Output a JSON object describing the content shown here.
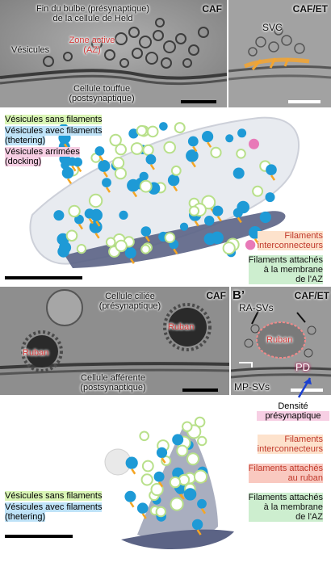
{
  "panelA": {
    "tag": "CAF",
    "title_line1": "Fin du bulbe (présynaptique)",
    "title_line2": "de la cellule de Held",
    "vesicles_label": "Vésicules",
    "az_line1": "Zone active",
    "az_line2": "(AZ)",
    "post_line1": "Cellule touffue",
    "post_line2": "(postsynaptique)"
  },
  "panelA2": {
    "tag": "CAF/ET",
    "svc": "SVC"
  },
  "model1": {
    "legend": [
      {
        "line1": "Vésicules sans filaments",
        "line2": ""
      },
      {
        "line1": "Vésicules avec filaments",
        "line2": "(thetering)"
      },
      {
        "line1": "Vésicules arrimées",
        "line2": "(docking)"
      }
    ],
    "filaments_connectors_line1": "Filaments",
    "filaments_connectors_line2": "interconnecteurs",
    "filaments_membrane_line1": "Filaments attachés",
    "filaments_membrane_line2": "à la membrane",
    "filaments_membrane_line3": "de l'AZ"
  },
  "panelB": {
    "tag": "CAF",
    "pre_line1": "Cellule ciliée",
    "pre_line2": "(présynaptique)",
    "ribbon_left": "Ruban",
    "ribbon_right": "Ruban",
    "post_line1": "Cellule afférente",
    "post_line2": "(postsynaptique)"
  },
  "panelB2": {
    "tag": "B’",
    "tag2": "CAF/ET",
    "ra_svs": "RA-SVs",
    "ribbon": "Ruban",
    "mp_svs": "MP-SVs",
    "pd": "PD",
    "density_line1": "Densité",
    "density_line2": "présynaptique"
  },
  "model2": {
    "filaments_connectors_line1": "Filaments",
    "filaments_connectors_line2": "interconnecteurs",
    "filaments_ribbon_line1": "Filaments attachés",
    "filaments_ribbon_line2": "au ruban",
    "filaments_membrane_line1": "Filaments attachés",
    "filaments_membrane_line2": "à la membrane",
    "filaments_membrane_line3": "de l'AZ",
    "legend": [
      {
        "line1": "Vésicules sans filaments",
        "line2": ""
      },
      {
        "line1": "Vésicules avec filaments",
        "line2": "(thetering)"
      }
    ]
  },
  "colors": {
    "blue_vesicle": "#1e9ad6",
    "green_vesicle": "#b8e08a",
    "pink_vesicle": "#e879b8",
    "connector": "#f5a623",
    "membrane_filament": "#2ea84a",
    "ribbon_filament": "#d43a3a"
  }
}
